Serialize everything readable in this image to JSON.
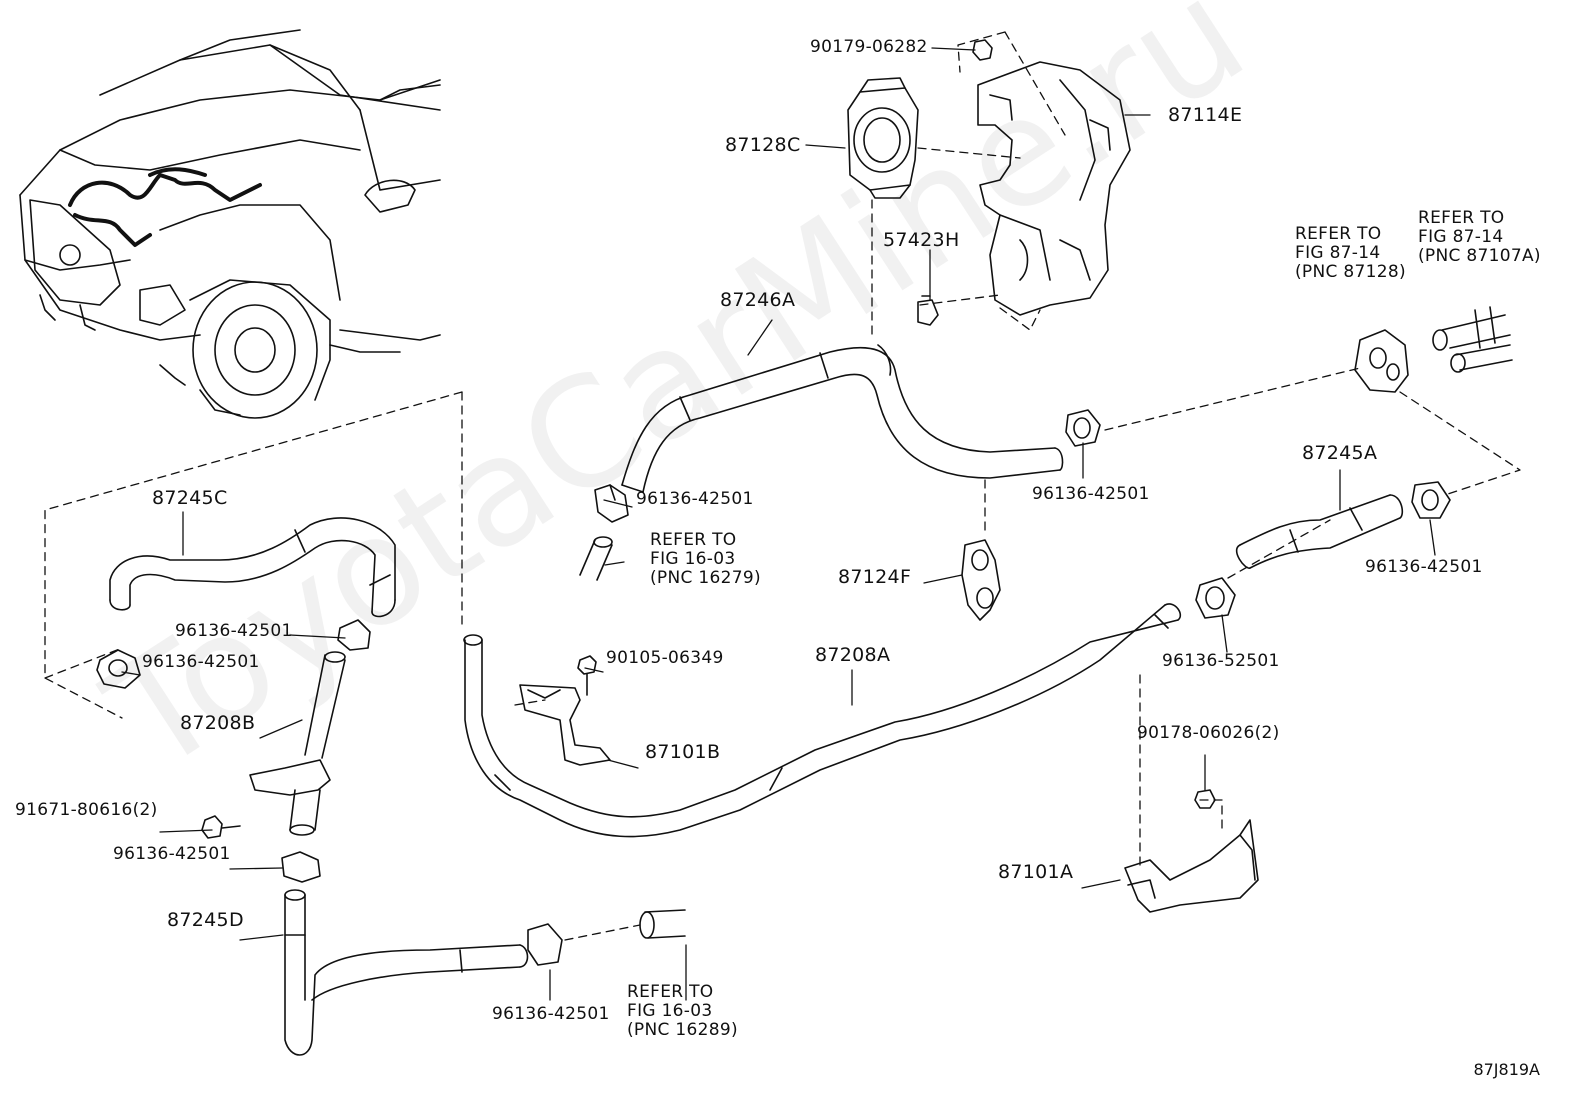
{
  "watermark": "ToyotaCarMine.ru",
  "figure_code": "87J819A",
  "labels": {
    "p90179": "90179-06282",
    "p87114E": "87114E",
    "p87128C": "87128C",
    "p57423H": "57423H",
    "p87246A": "87246A",
    "p96136_a": "96136-42501",
    "p96136_b": "96136-42501",
    "ref_16279": "REFER TO\nFIG 16-03\n(PNC 16279)",
    "ref_87128": "REFER TO\nFIG 87-14\n(PNC 87128)",
    "ref_87107A": "REFER TO\nFIG 87-14\n(PNC 87107A)",
    "p87124F": "87124F",
    "p87245A": "87245A",
    "p96136_c": "96136-42501",
    "p96136_52501": "96136-52501",
    "p87245C": "87245C",
    "p96136_d": "96136-42501",
    "p96136_e": "96136-42501",
    "p87208B": "87208B",
    "p90105": "90105-06349",
    "p87208A": "87208A",
    "p87101B": "87101B",
    "p91671": "91671-80616(2)",
    "p96136_f": "96136-42501",
    "p87245D": "87245D",
    "p96136_g": "96136-42501",
    "ref_16289": "REFER TO\nFIG 16-03\n(PNC 16289)",
    "p90178": "90178-06026(2)",
    "p87101A": "87101A"
  }
}
